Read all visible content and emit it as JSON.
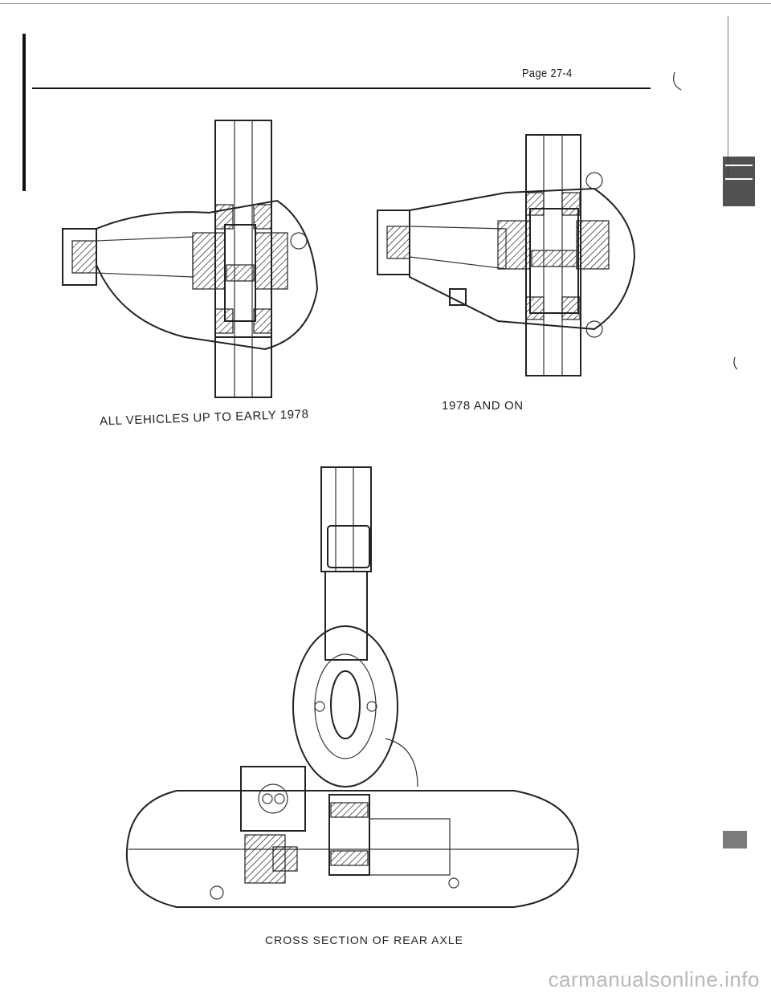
{
  "header": {
    "page_number": "Page 27-4"
  },
  "figures": [
    {
      "caption": "ALL VEHICLES UP TO EARLY 1978"
    },
    {
      "caption": "1978 AND ON"
    },
    {
      "caption": "CROSS SECTION OF REAR AXLE"
    }
  ],
  "footer": {
    "watermark": "carmanualsonline.info"
  }
}
